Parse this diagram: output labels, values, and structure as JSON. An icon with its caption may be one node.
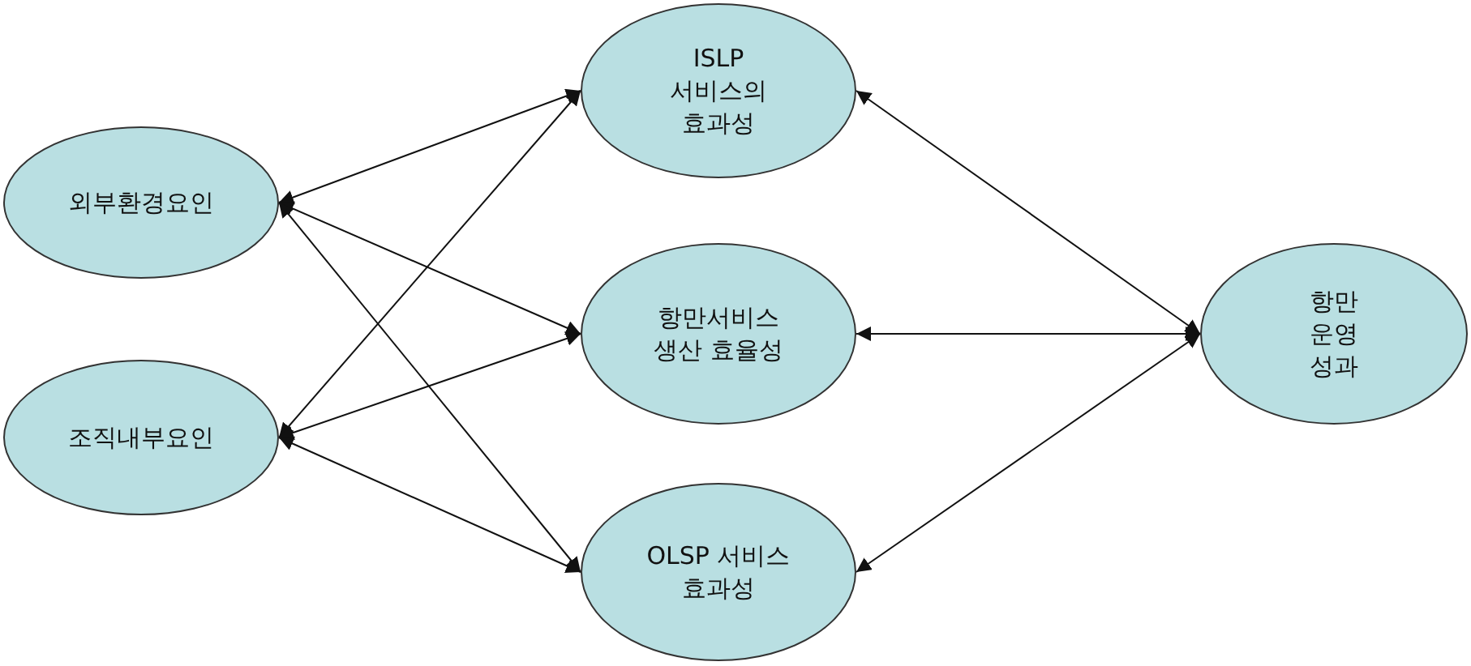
{
  "diagram": {
    "nodes": [
      {
        "text": [
          "외부환경요인"
        ]
      },
      {
        "text": [
          "조직내부요인"
        ]
      },
      {
        "text": [
          "ISLP 서비스의 효과성"
        ]
      },
      {
        "text": [
          "항만서비스 생산 효율성"
        ]
      },
      {
        "text": [
          "OLSP 서비스 효과성"
        ]
      },
      {
        "text": [
          "항만 운영 성과"
        ]
      }
    ],
    "edges": [
      {
        "from": 0,
        "to": 2,
        "arrow": "both"
      },
      {
        "from": 0,
        "to": 3,
        "arrow": "both"
      },
      {
        "from": 0,
        "to": 4,
        "arrow": "both"
      },
      {
        "from": 1,
        "to": 2,
        "arrow": "both"
      },
      {
        "from": 1,
        "to": 3,
        "arrow": "both"
      },
      {
        "from": 1,
        "to": 4,
        "arrow": "both"
      },
      {
        "from": 2,
        "to": 5,
        "arrow": "both"
      },
      {
        "from": 3,
        "to": 5,
        "arrow": "both"
      },
      {
        "from": 4,
        "to": 5,
        "arrow": "both"
      }
    ]
  }
}
